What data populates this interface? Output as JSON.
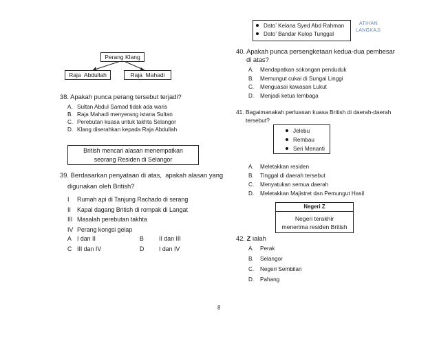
{
  "header_box": {
    "items": [
      "Dato’ Kelana Syed Abd Rahman",
      "Dato’ Bandar Kulop Tunggal"
    ]
  },
  "watermark": {
    "line1": "ATIHAN",
    "line2": "LANGKAJI"
  },
  "diagram": {
    "top": "Perang Klang",
    "left": "Raja  Abdullah",
    "right": "Raja  Mahadi"
  },
  "q38": {
    "question": "38. Apakah punca perang tersebut terjadi?",
    "options": [
      {
        "letter": "A.",
        "text": "Sultan Abdul Samad tidak ada waris"
      },
      {
        "letter": "B.",
        "text": "Raja Mahadi menyerang istana Sultan"
      },
      {
        "letter": "C.",
        "text": "Perebutan kuasa untuk takhta Selangor"
      },
      {
        "letter": "D.",
        "text": "Klang diserahkan kepada Raja Abdullah"
      }
    ]
  },
  "info_box": {
    "line1": "British mencari alasan menempatkan",
    "line2": "seorang Residen di Selangor"
  },
  "q39": {
    "line1": "39. Berdasarkan penyataan di atas,  apakah alasan yang",
    "line2": "digunakan oleh British?",
    "statements": [
      {
        "num": "I",
        "text": "Rumah api di Tanjung Rachado di serang"
      },
      {
        "num": "II",
        "text": "Kapal dagang British di rompak di Langat"
      },
      {
        "num": "III",
        "text": "Masalah perebutan takhta"
      },
      {
        "num": "IV",
        "text": "Perang kongsi gelap"
      }
    ],
    "answers": [
      {
        "letter": "A",
        "text": "I dan II"
      },
      {
        "letter": "B",
        "text": "II dan III"
      },
      {
        "letter": "C",
        "text": "III dan IV"
      },
      {
        "letter": "D",
        "text": "I dan IV"
      }
    ]
  },
  "q40": {
    "line1": "40. Apakah punca persengketaan kedua-dua pembesar",
    "line2": "di atas?",
    "options": [
      {
        "letter": "A.",
        "text": "Mendapatkan sokongan penduduk"
      },
      {
        "letter": "B.",
        "text": "Memungut cukai di Sungai Linggi"
      },
      {
        "letter": "C.",
        "text": "Menguasai kawasan Lukut"
      },
      {
        "letter": "D.",
        "text": "Menjadi ketua lembaga"
      }
    ]
  },
  "q41": {
    "line1": "41. Bagaimanakah perluasan kuasa British di daerah-daerah",
    "line2": "tersebut?",
    "box_items": [
      "Jelebu",
      "Rembau",
      "Seri Menanti"
    ],
    "options": [
      {
        "letter": "A.",
        "text": "Meletakkan residen"
      },
      {
        "letter": "B.",
        "text": "Tinggal di daerah tersebut"
      },
      {
        "letter": "C.",
        "text": "Menyatukan semua daerah"
      },
      {
        "letter": "D.",
        "text": "Meletakkan Majistret dan Pemungut Hasil"
      }
    ]
  },
  "negeri_box": {
    "title": "Negeri Z",
    "line1": "Negeri terakhir",
    "line2": "menerima residen British"
  },
  "q42": {
    "prefix": "42. ",
    "bold": "Z",
    "suffix": " ialah",
    "options": [
      {
        "letter": "A.",
        "text": "Perak"
      },
      {
        "letter": "B.",
        "text": "Selangor"
      },
      {
        "letter": "C.",
        "text": "Negeri Sembilan"
      },
      {
        "letter": "D.",
        "text": "Pahang"
      }
    ]
  },
  "page_number": "8"
}
